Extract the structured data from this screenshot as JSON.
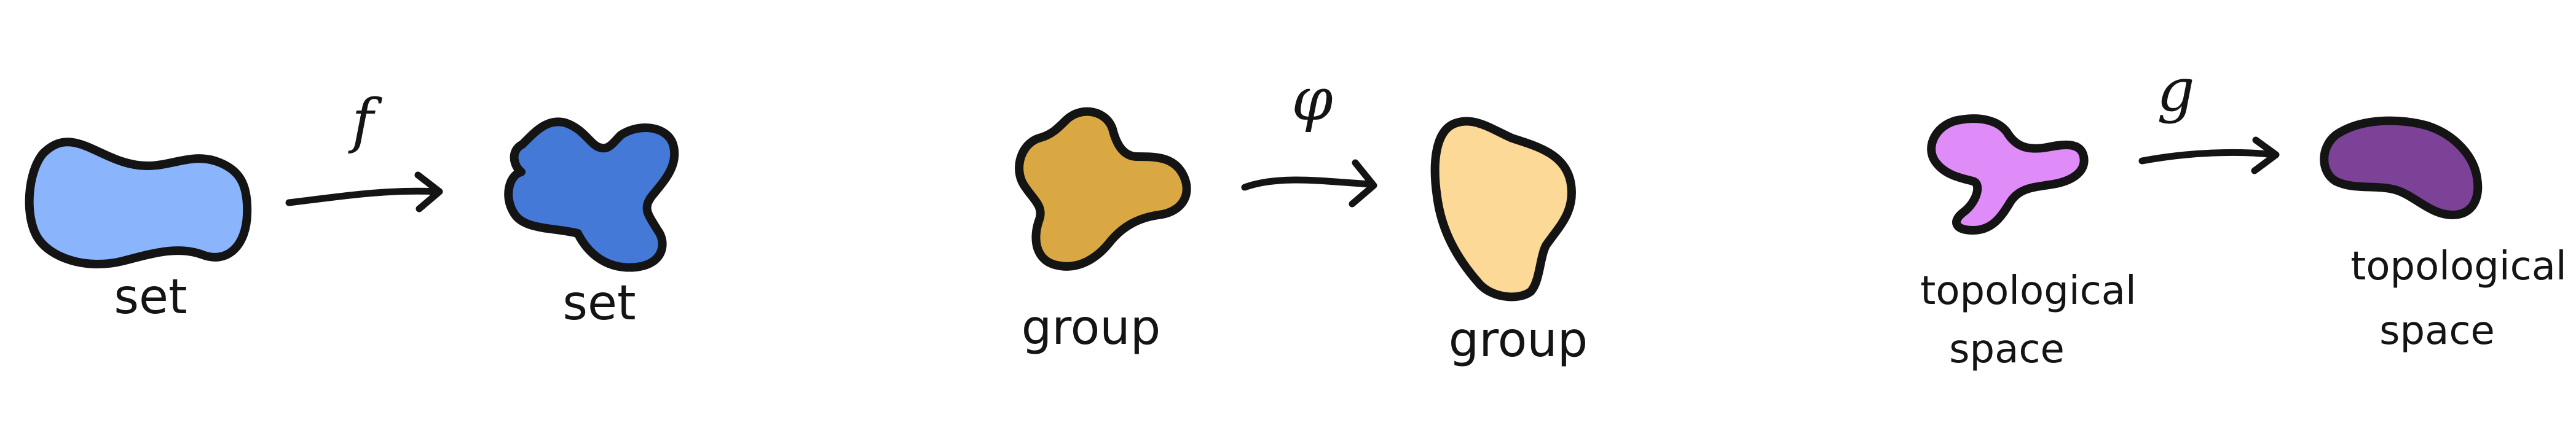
{
  "diagram": {
    "panels": [
      {
        "source_label": "set",
        "target_label": "set",
        "arrow_label": "f",
        "source_color": "#8ab4fb",
        "target_color": "#4479d8"
      },
      {
        "source_label": "group",
        "target_label": "group",
        "arrow_label": "φ",
        "source_color": "#d9a843",
        "target_color": "#fcd996"
      },
      {
        "source_label": [
          "topological",
          "space"
        ],
        "target_label": [
          "topological",
          "space"
        ],
        "arrow_label": "g",
        "source_color": "#df8cf9",
        "target_color": "#7c4298"
      }
    ],
    "outline_color": "#141414"
  }
}
